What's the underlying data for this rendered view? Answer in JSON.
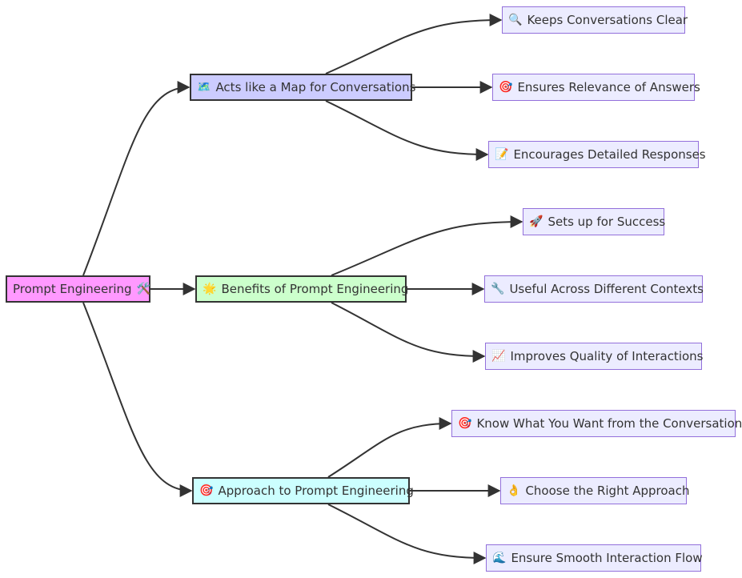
{
  "colors": {
    "root_fill": "#ff99ff",
    "map_fill": "#ccccff",
    "benefits_fill": "#ccffcc",
    "approach_fill": "#ccffff",
    "leaf_fill": "#ececff",
    "leaf_border": "#9370db",
    "edge": "#333333"
  },
  "root": {
    "label": "Prompt Engineering",
    "icon": "🛠️",
    "icon_name": "hammer-and-wrench-icon"
  },
  "branches": [
    {
      "label": "Acts like a Map for Conversations",
      "icon": "🗺️",
      "icon_name": "map-icon",
      "children": [
        {
          "label": "Keeps Conversations Clear",
          "icon": "🔍",
          "icon_name": "magnifying-glass-icon"
        },
        {
          "label": "Ensures Relevance of Answers",
          "icon": "🎯",
          "icon_name": "target-icon"
        },
        {
          "label": "Encourages Detailed Responses",
          "icon": "📝",
          "icon_name": "memo-icon"
        }
      ]
    },
    {
      "label": "Benefits of Prompt Engineering",
      "icon": "🌟",
      "icon_name": "star-icon",
      "children": [
        {
          "label": "Sets up for Success",
          "icon": "🚀",
          "icon_name": "rocket-icon"
        },
        {
          "label": "Useful Across Different Contexts",
          "icon": "🔧",
          "icon_name": "wrench-icon"
        },
        {
          "label": "Improves Quality of Interactions",
          "icon": "📈",
          "icon_name": "chart-increasing-icon"
        }
      ]
    },
    {
      "label": "Approach to Prompt Engineering",
      "icon": "🎯",
      "icon_name": "target-icon",
      "children": [
        {
          "label": "Know What You Want from the Conversation",
          "icon": "🎯",
          "icon_name": "target-icon"
        },
        {
          "label": "Choose the Right Approach",
          "icon": "👌",
          "icon_name": "ok-hand-icon"
        },
        {
          "label": "Ensure Smooth Interaction Flow",
          "icon": "🌊",
          "icon_name": "water-wave-icon"
        }
      ]
    }
  ]
}
